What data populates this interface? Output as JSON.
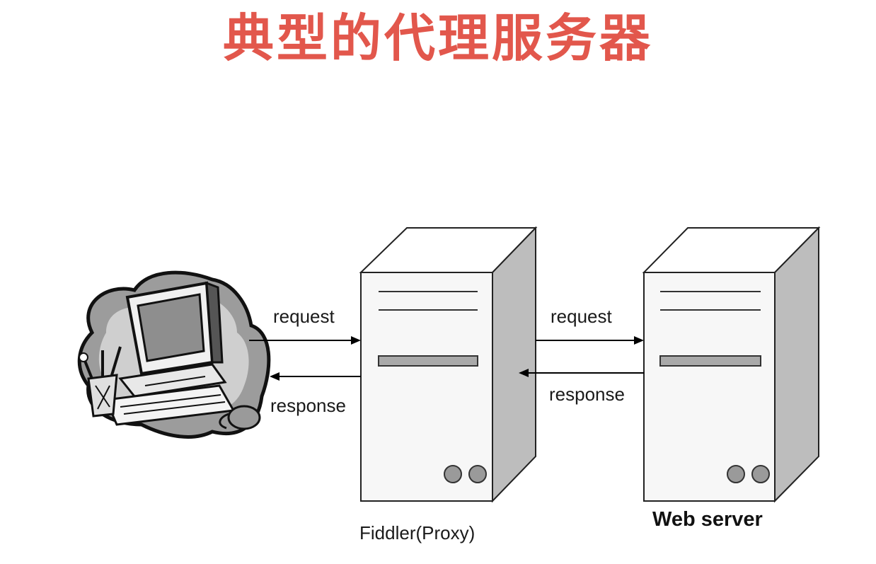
{
  "title": "典型的代理服务器",
  "colors": {
    "title": "#e2574c",
    "server_side": "#bdbdbd",
    "server_front": "#f7f7f7",
    "disk": "#9a9a9a"
  },
  "client": {
    "icon": "computer-icon"
  },
  "proxy": {
    "label": "Fiddler(Proxy)",
    "icon": "server-icon"
  },
  "web_server": {
    "label": "Web server",
    "icon": "server-icon"
  },
  "arrows": {
    "client_request": "request",
    "client_response": "response",
    "server_request": "request",
    "server_response": "response"
  }
}
